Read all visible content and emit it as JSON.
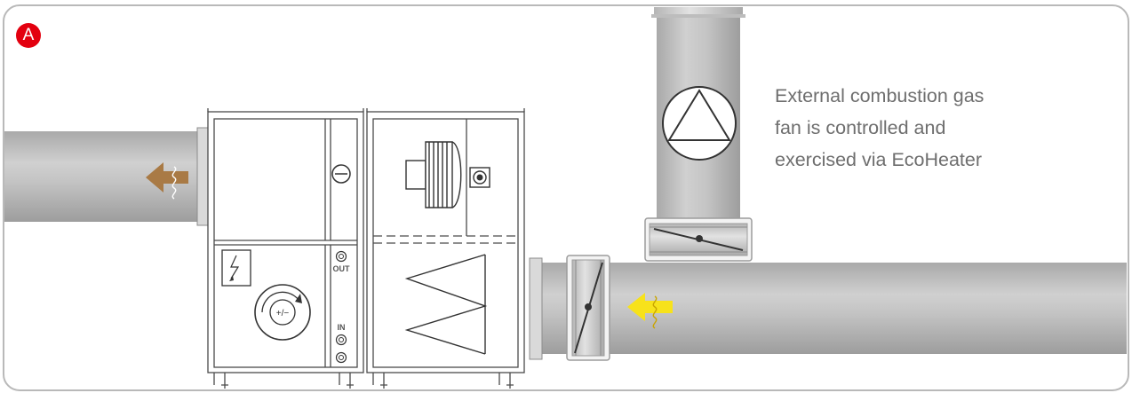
{
  "badge": {
    "label": "A",
    "color": "#e3000f"
  },
  "caption": {
    "lines": [
      "External combustion gas",
      "fan is controlled and",
      "exercised via EcoHeater"
    ]
  },
  "unit": {
    "port_out_label": "OUT",
    "port_in_label": "IN"
  },
  "components": {
    "fan_symbol": "triangle-in-circle-icon",
    "minus_symbol": "minus-in-circle-icon",
    "control_symbol": "plus-minus-dial-icon",
    "electrical_symbol": "lightning-icon",
    "heat_exchanger_symbol": "zigzag-heat-exchanger-icon"
  },
  "colors": {
    "frame_border": "#b9b9b9",
    "pipe_fill": "#c6c6c6",
    "unit_line": "#4a4a4a",
    "exhaust_arrow": "#a97a45",
    "supply_arrow": "#f7e21b",
    "caption_text": "#6e6e6e"
  }
}
